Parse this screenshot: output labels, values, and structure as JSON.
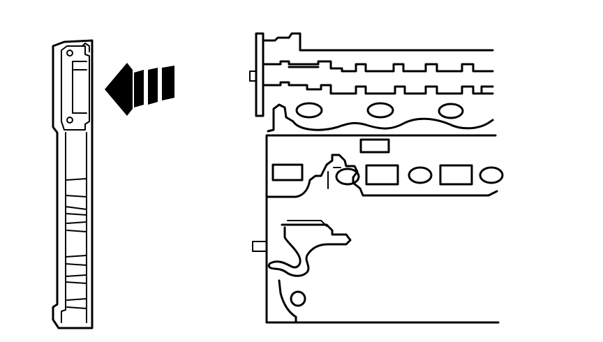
{
  "diagram": {
    "ink_color": "#000000",
    "background_color": "#ffffff",
    "elements": {
      "part": "timing-chain-guide-part",
      "arrow": "direction-arrow",
      "engine": "engine-cylinder-head-section"
    }
  }
}
